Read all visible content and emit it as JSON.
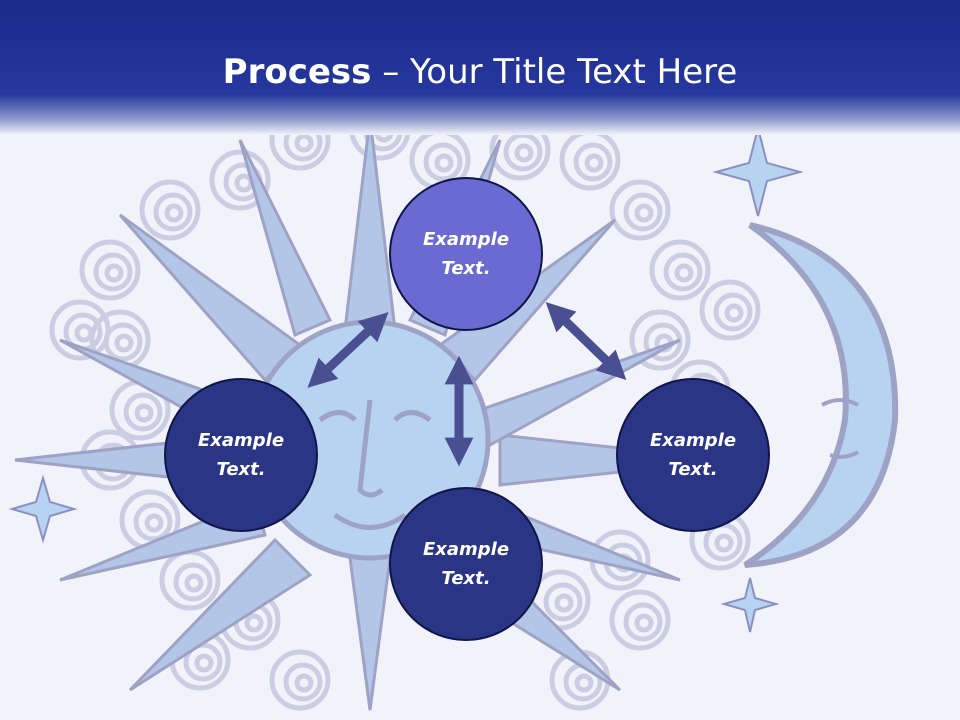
{
  "title": {
    "bold": "Process",
    "dash": " – ",
    "rest": "Your Title Text Here"
  },
  "nodes": {
    "top": "Example Text.",
    "left": "Example Text.",
    "right": "Example Text.",
    "bottom": "Example Text."
  },
  "colors": {
    "header": "#26389e",
    "node_highlight": "#6a6ad2",
    "node": "#2b3585",
    "arrow": "#4a4f92"
  },
  "icons": [
    "sun-face",
    "crescent-moon",
    "star",
    "spiral-cloud"
  ]
}
